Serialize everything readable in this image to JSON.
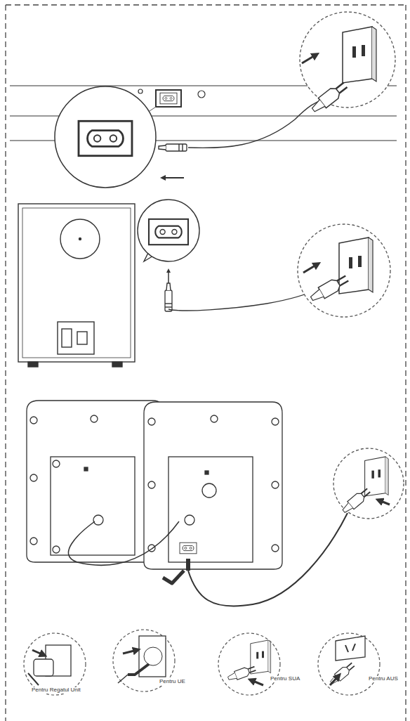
{
  "diagram": {
    "labels": [
      "Pentru Regatul Unit",
      "Pentru UE",
      "Pentru SUA",
      "Pentru AUS"
    ]
  }
}
